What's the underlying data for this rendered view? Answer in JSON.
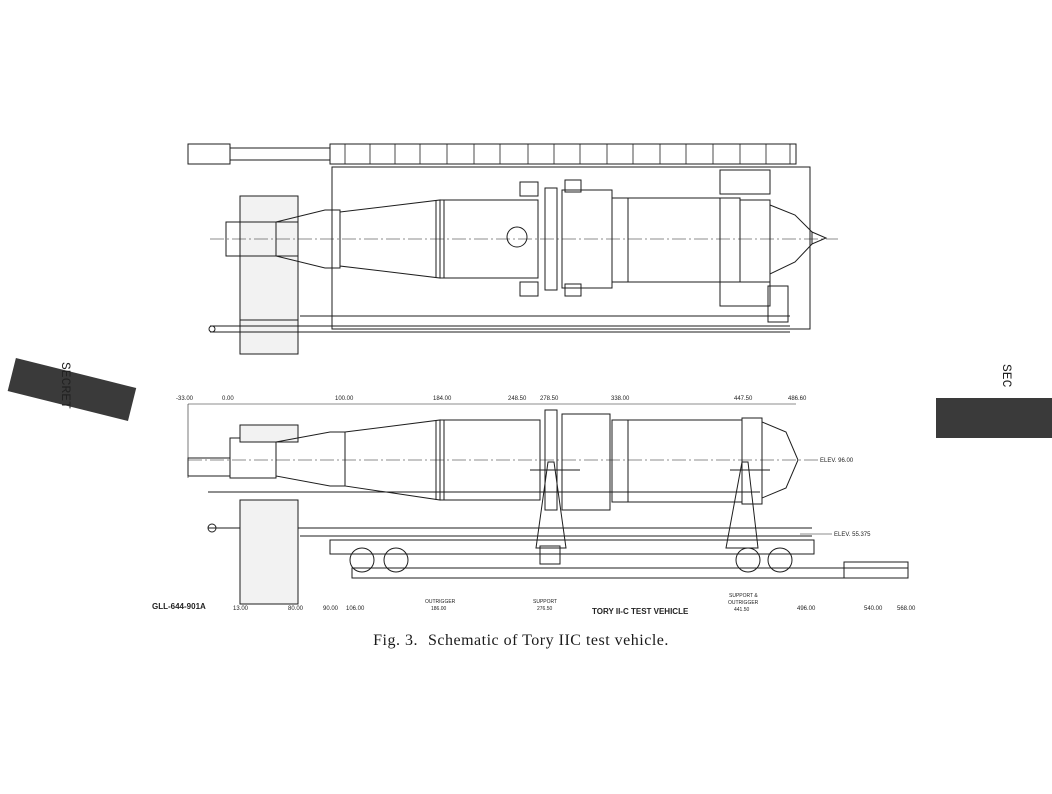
{
  "figure": {
    "caption_fig": "Fig. 3.",
    "caption_text": "Schematic of Tory IIC test vehicle.",
    "drawing_title": "TORY II-C TEST VEHICLE",
    "drawing_number": "GLL-644-901A"
  },
  "stamps": {
    "left": "SECRET",
    "right": "SEC"
  },
  "side_view": {
    "top_stations": [
      "-33.00",
      "0.00",
      "100.00",
      "184.00",
      "248.50",
      "278.50",
      "338.00",
      "447.50",
      "486.60"
    ],
    "bottom_stations": [
      "13.00",
      "80.00",
      "90.00",
      "106.00",
      "496.00",
      "540.00",
      "568.00"
    ],
    "elevations": [
      "ELEV. 96.00",
      "ELEV. 55.375"
    ],
    "callouts": [
      {
        "name": "OUTRIGGER",
        "value": "186.00"
      },
      {
        "name": "SUPPORT",
        "value": "276.50"
      },
      {
        "name": "SUPPORT &",
        "name2": "OUTRIGGER",
        "value": "441.50"
      }
    ]
  }
}
